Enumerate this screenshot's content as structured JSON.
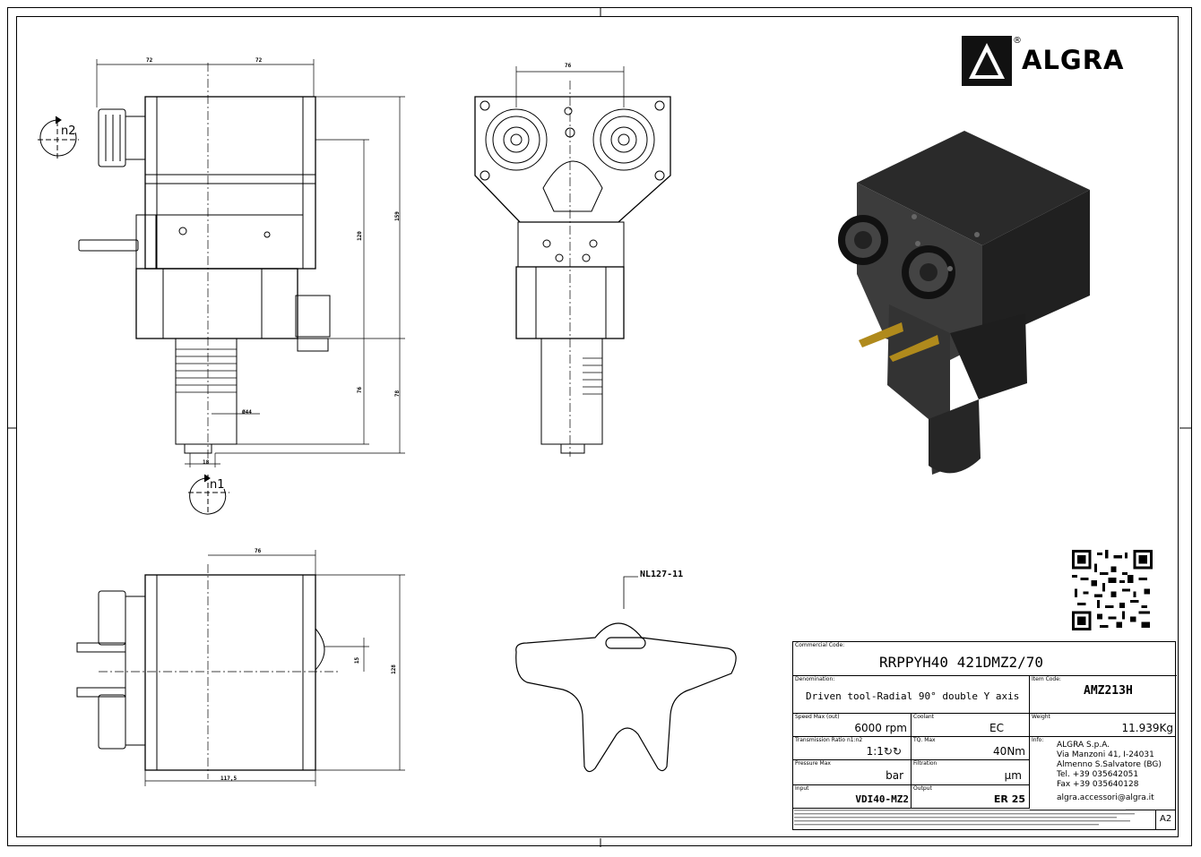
{
  "brand": {
    "name": "ALGRA",
    "registered": "®"
  },
  "views": {
    "dimensions": {
      "d72a": "72",
      "d72b": "72",
      "d76_top": "76",
      "d159": "159",
      "d120": "120",
      "d76_lower": "76",
      "d78": "78",
      "d44": "Ø44",
      "d18": "18",
      "d76_bottom": "76",
      "d15": "15",
      "d128": "128",
      "d117": "117,5"
    },
    "rotation_labels": {
      "n2": "n2",
      "n1": "n1"
    },
    "template_label": "NL127-11"
  },
  "title_block": {
    "commercial_code": {
      "label": "Commercial Code:",
      "value": "RRPPYH40 421DMZ2/70"
    },
    "denomination": {
      "label": "Denomination:",
      "value": "Driven tool-Radial 90° double Y axis"
    },
    "item_code": {
      "label": "Item Code:",
      "value": "AMZ213H"
    },
    "speed_max": {
      "label": "Speed Max (out)",
      "value": "6000",
      "unit": "rpm"
    },
    "coolant": {
      "label": "Coolant",
      "value": "EC"
    },
    "weight": {
      "label": "Weight",
      "value": "11.939Kg"
    },
    "transmission": {
      "label": "Transmission Ratio n1:n2",
      "value": "1:1↻↻"
    },
    "tq_max": {
      "label": "TQ. Max",
      "value": "40",
      "unit": "Nm"
    },
    "info": {
      "label": "Info:",
      "lines": [
        "ALGRA S.p.A.",
        "Via Manzoni 41, I-24031",
        "Almenno S.Salvatore (BG)",
        "Tel. +39 035642051",
        "Fax +39 035640128",
        "algra.accessori@algra.it"
      ]
    },
    "pressure_max": {
      "label": "Pressure Max",
      "unit": "bar"
    },
    "filtration": {
      "label": "Filtration",
      "unit": "µm"
    },
    "input": {
      "label": "Input",
      "value": "VDI40-MZ2"
    },
    "output": {
      "label": "Output",
      "value": "ER 25"
    },
    "sheet_size": "A2"
  }
}
